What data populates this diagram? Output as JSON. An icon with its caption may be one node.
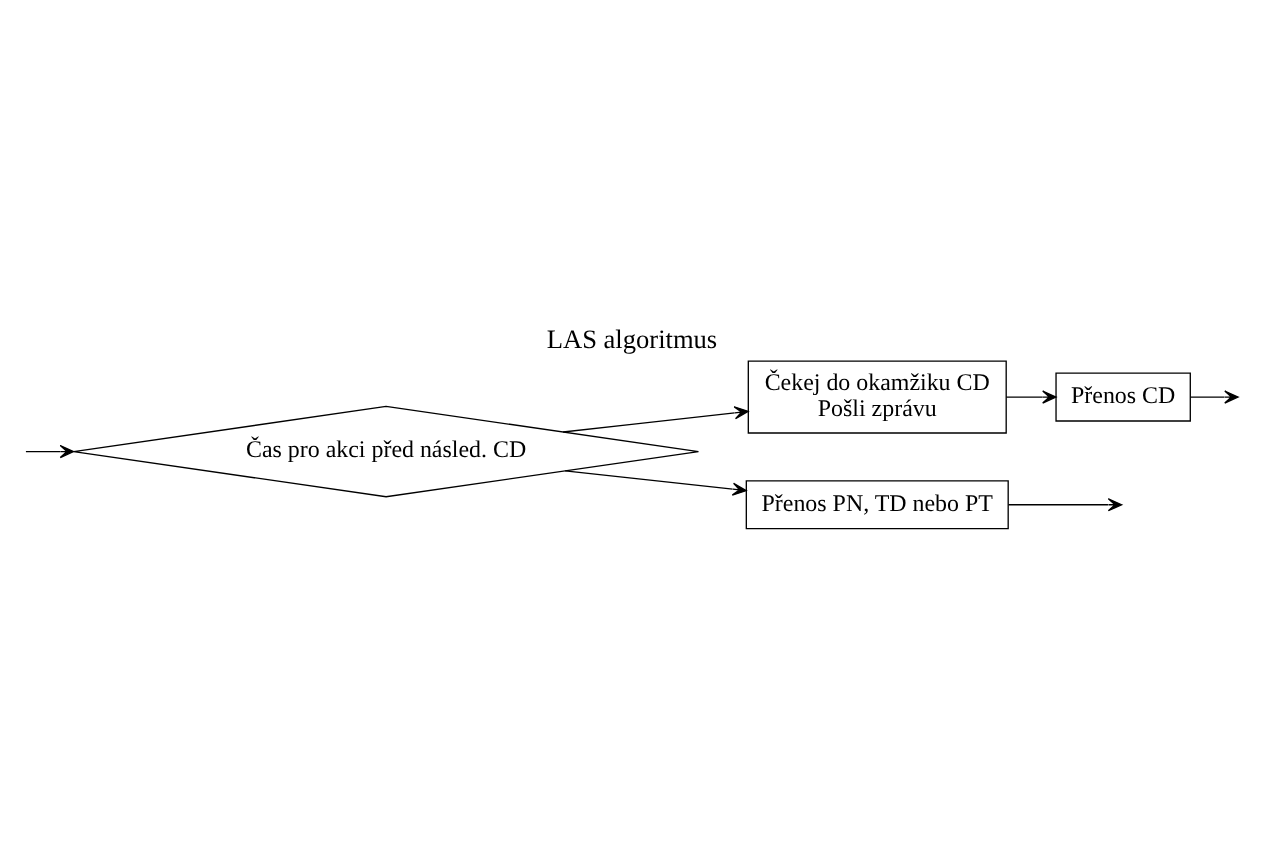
{
  "diagram": {
    "title": "LAS algoritmus",
    "nodes": [
      {
        "text": [
          "Čas pro akci před násled. CD"
        ]
      },
      {
        "text": [
          "Čekej do okamžiku CD",
          "Pošli zprávu"
        ]
      },
      {
        "text": [
          "Přenos CD"
        ]
      },
      {
        "text": [
          "Přenos PN, TD nebo PT"
        ]
      }
    ],
    "edges": [
      {
        "from": null,
        "to": 0,
        "arrow": "to"
      },
      {
        "from": 0,
        "to": 1,
        "arrow": "to"
      },
      {
        "from": 1,
        "to": 2,
        "arrow": "to"
      },
      {
        "from": 2,
        "to": null,
        "arrow": "to"
      },
      {
        "from": 0,
        "to": 3,
        "arrow": "to"
      },
      {
        "from": 3,
        "to": null,
        "arrow": "to"
      }
    ]
  }
}
